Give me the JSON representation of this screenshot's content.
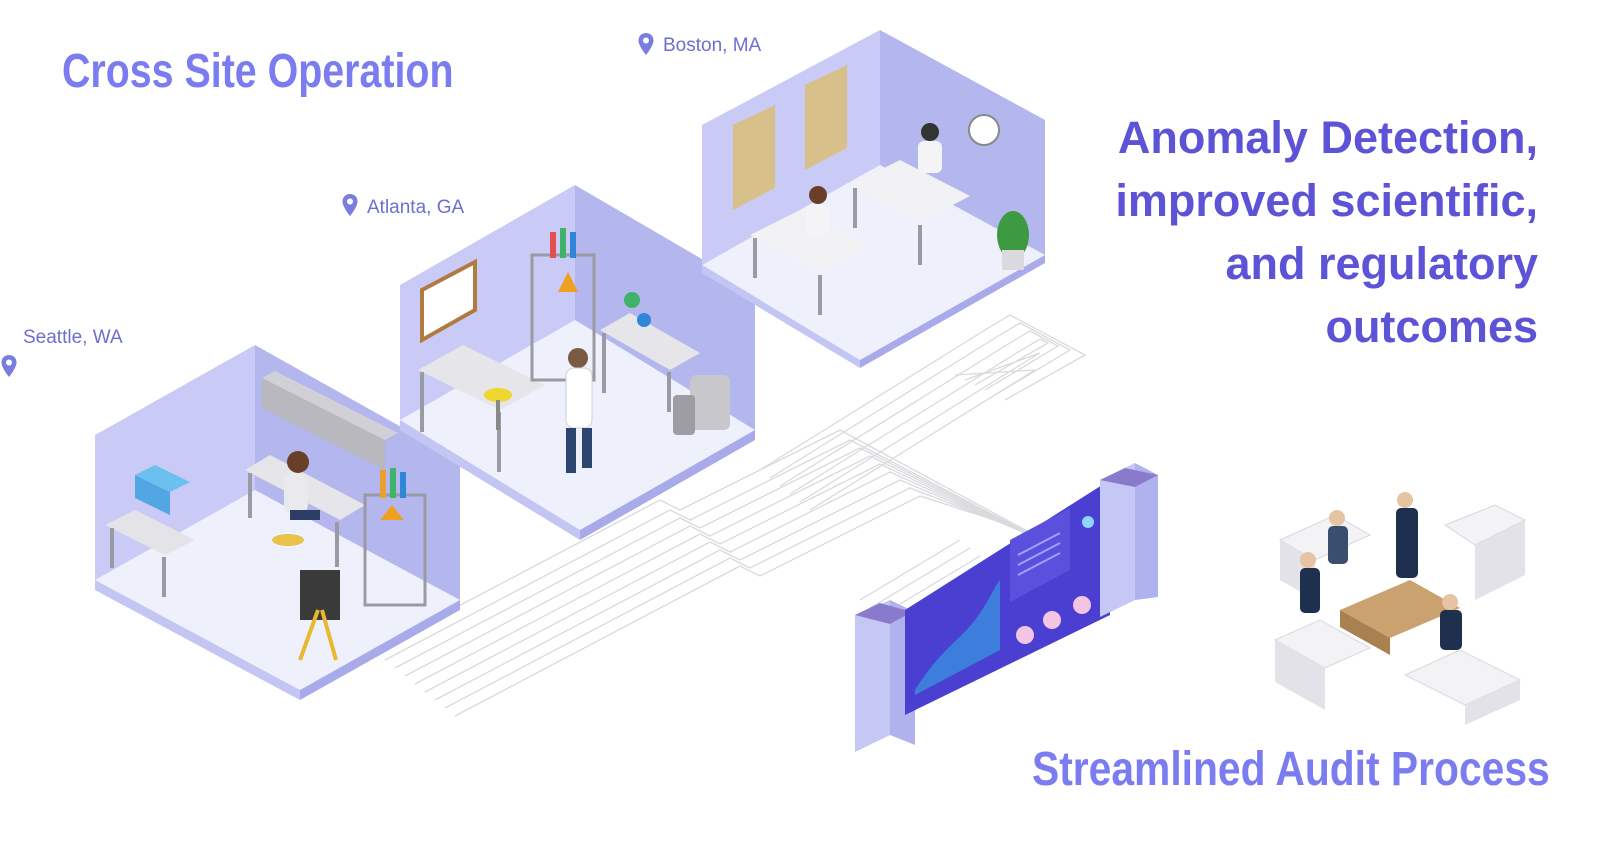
{
  "heading_left": "Cross Site Operation",
  "heading_right_lines": [
    "Anomaly Detection,",
    "improved scientific,",
    "and regulatory",
    "outcomes"
  ],
  "heading_bottom": "Streamlined Audit Process",
  "locations": [
    {
      "label": "Boston, MA",
      "icon": "map-pin-icon"
    },
    {
      "label": "Atlanta, GA",
      "icon": "map-pin-icon"
    },
    {
      "label": "Seattle, WA",
      "icon": "map-pin-icon"
    }
  ],
  "colors": {
    "heading_light": "#7b7cf0",
    "heading_dark": "#5d53d6",
    "room_wall": "#c8c9f5",
    "room_wall_dark": "#aeb0ee",
    "floor": "#eef0fb",
    "dashboard": "#4a3fd1",
    "pin": "#7a7de0"
  }
}
